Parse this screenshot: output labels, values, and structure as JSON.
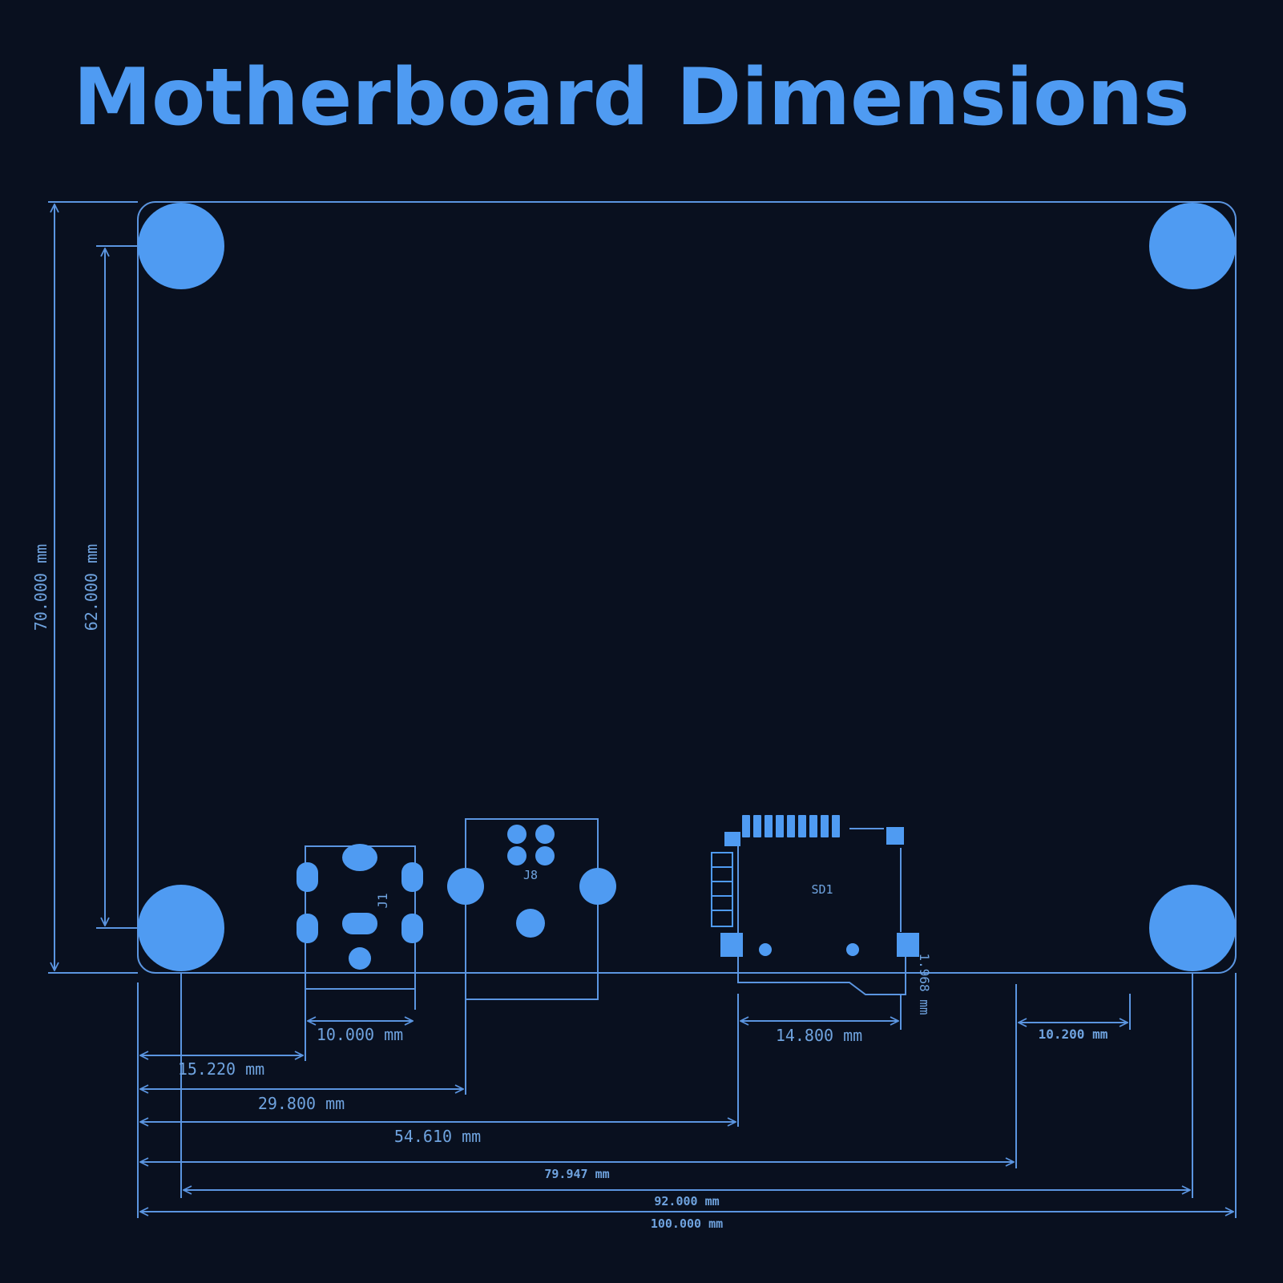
{
  "title": "Motherboard Dimensions",
  "colors": {
    "background": "#09101f",
    "outline": "#5b95e0",
    "fill": "#4f9bf2",
    "text": "#4f9bf2",
    "dim_text": "#6fa3df"
  },
  "components": {
    "j1": "J1",
    "j8": "J8",
    "sd1": "SD1"
  },
  "dimensions": {
    "height_total": "70.000 mm",
    "height_holes": "62.000 mm",
    "j1_width": "10.000 mm",
    "sd1_width": "14.800 mm",
    "sd1_offset": "1.968 mm",
    "right_gap": "10.200 mm",
    "j1_pos": "15.220 mm",
    "j8_pos": "29.800 mm",
    "sd1_pos": "54.610 mm",
    "edge_pos": "79.947 mm",
    "holes_span": "92.000 mm",
    "width_total": "100.000 mm"
  }
}
